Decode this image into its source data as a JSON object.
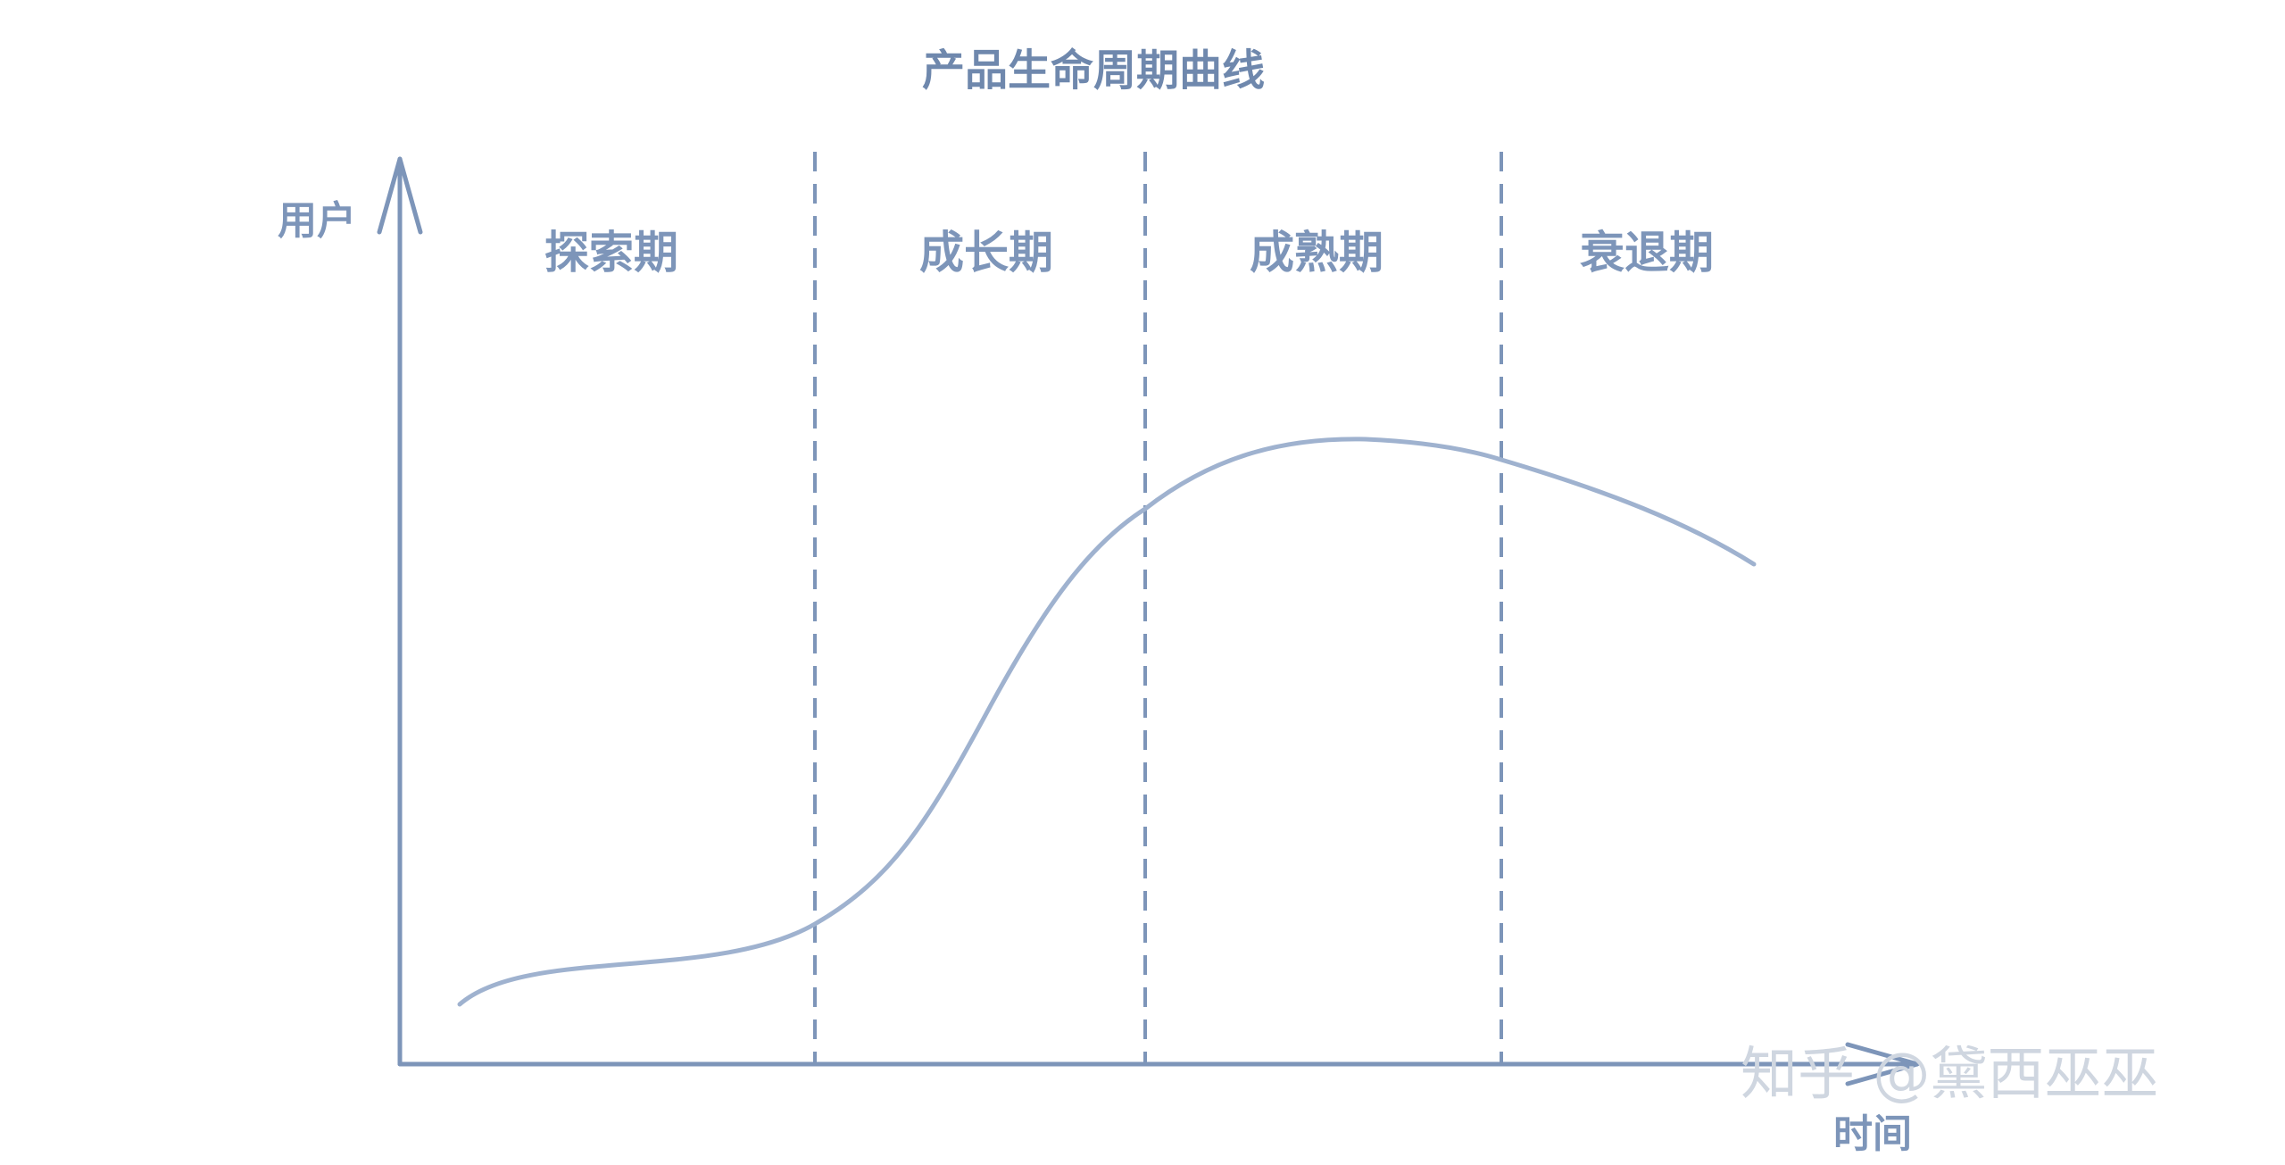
{
  "title": "产品生命周期曲线",
  "y_axis_label": "用户",
  "x_axis_label": "时间",
  "phases": [
    {
      "label": "探索期"
    },
    {
      "label": "成长期"
    },
    {
      "label": "成熟期"
    },
    {
      "label": "衰退期"
    }
  ],
  "watermark": "知乎 @黛西巫巫",
  "colors": {
    "axis": "#7d95b9",
    "curve": "#9fb2cf",
    "title": "#6f88ad",
    "watermark": "#cfd6e0"
  }
}
